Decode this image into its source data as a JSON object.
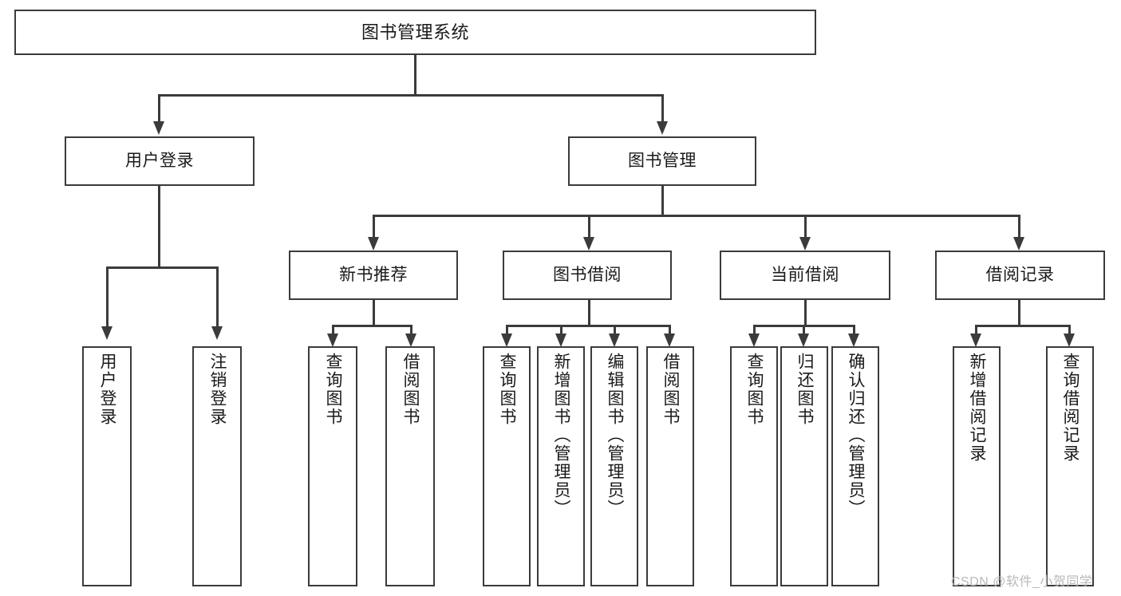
{
  "diagram": {
    "title": "图书管理系统",
    "type": "tree-hierarchy-diagram",
    "colors": {
      "box_border": "#3b3b3b",
      "box_fill": "#ffffff",
      "connector": "#3b3b3b",
      "text": "#1a1a1a",
      "watermark": "#b9b9b9"
    },
    "nodes": {
      "root": {
        "label": "图书管理系统"
      },
      "level1": [
        {
          "id": "user-login",
          "label": "用户登录"
        },
        {
          "id": "book-management",
          "label": "图书管理"
        }
      ],
      "level2": [
        {
          "id": "new-book-recommend",
          "label": "新书推荐"
        },
        {
          "id": "book-borrow",
          "label": "图书借阅"
        },
        {
          "id": "current-borrow",
          "label": "当前借阅"
        },
        {
          "id": "borrow-record",
          "label": "借阅记录"
        }
      ],
      "leaves": {
        "user-login": [
          {
            "id": "user-login-leaf",
            "label": "用户登录"
          },
          {
            "id": "logout-leaf",
            "label": "注销登录"
          }
        ],
        "new-book-recommend": [
          {
            "id": "query-book-1",
            "label": "查询图书"
          },
          {
            "id": "borrow-book-1",
            "label": "借阅图书"
          }
        ],
        "book-borrow": [
          {
            "id": "query-book-2",
            "label": "查询图书"
          },
          {
            "id": "add-book-admin",
            "label": "新增图书（管理员）"
          },
          {
            "id": "edit-book-admin",
            "label": "编辑图书（管理员）"
          },
          {
            "id": "borrow-book-2",
            "label": "借阅图书"
          }
        ],
        "current-borrow": [
          {
            "id": "query-book-3",
            "label": "查询图书"
          },
          {
            "id": "return-book",
            "label": "归还图书"
          },
          {
            "id": "confirm-return-admin",
            "label": "确认归还（管理员）"
          }
        ],
        "borrow-record": [
          {
            "id": "add-borrow-record",
            "label": "新增借阅记录"
          },
          {
            "id": "query-borrow-record",
            "label": "查询借阅记录"
          }
        ]
      }
    },
    "watermark": "CSDN @软件_小贺同学"
  }
}
